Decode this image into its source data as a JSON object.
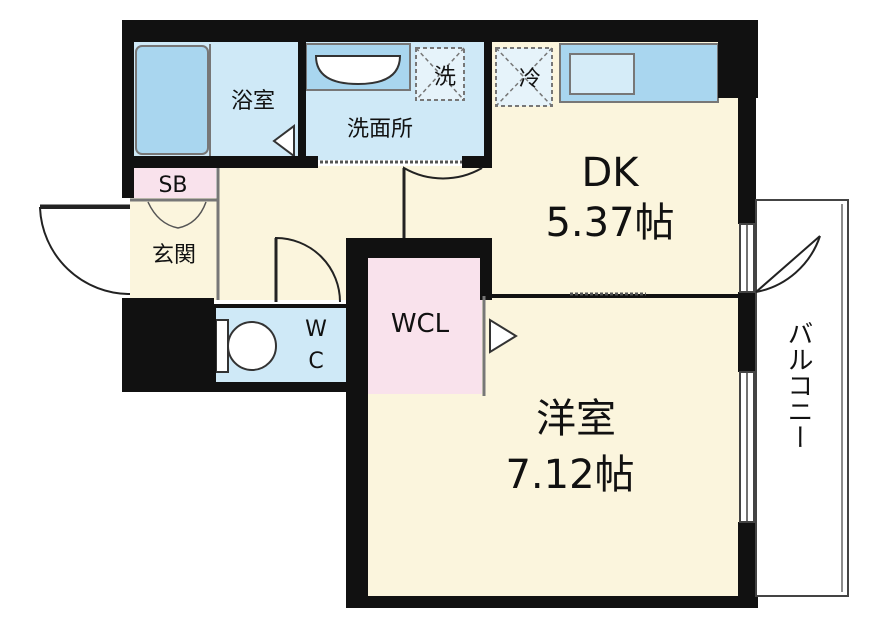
{
  "rooms": {
    "bath": {
      "label": "浴室"
    },
    "washroom": {
      "label": "洗面所"
    },
    "washer": {
      "label": "洗"
    },
    "fridge": {
      "label": "冷"
    },
    "dk": {
      "label": "DK",
      "size": "5.37帖"
    },
    "sb": {
      "label": "SB"
    },
    "entry": {
      "label": "玄関"
    },
    "wcl": {
      "label": "WCL"
    },
    "wc": {
      "label_top": "W",
      "label_bottom": "C"
    },
    "western": {
      "label": "洋室",
      "size": "7.12帖"
    },
    "balcony": {
      "label": "バルコニー"
    }
  },
  "colors": {
    "wall": "#111111",
    "wet_area": "#cfe9f7",
    "living_area": "#fbf5dd",
    "closet": "#f9e2ec",
    "balcony": "#ffffff"
  }
}
